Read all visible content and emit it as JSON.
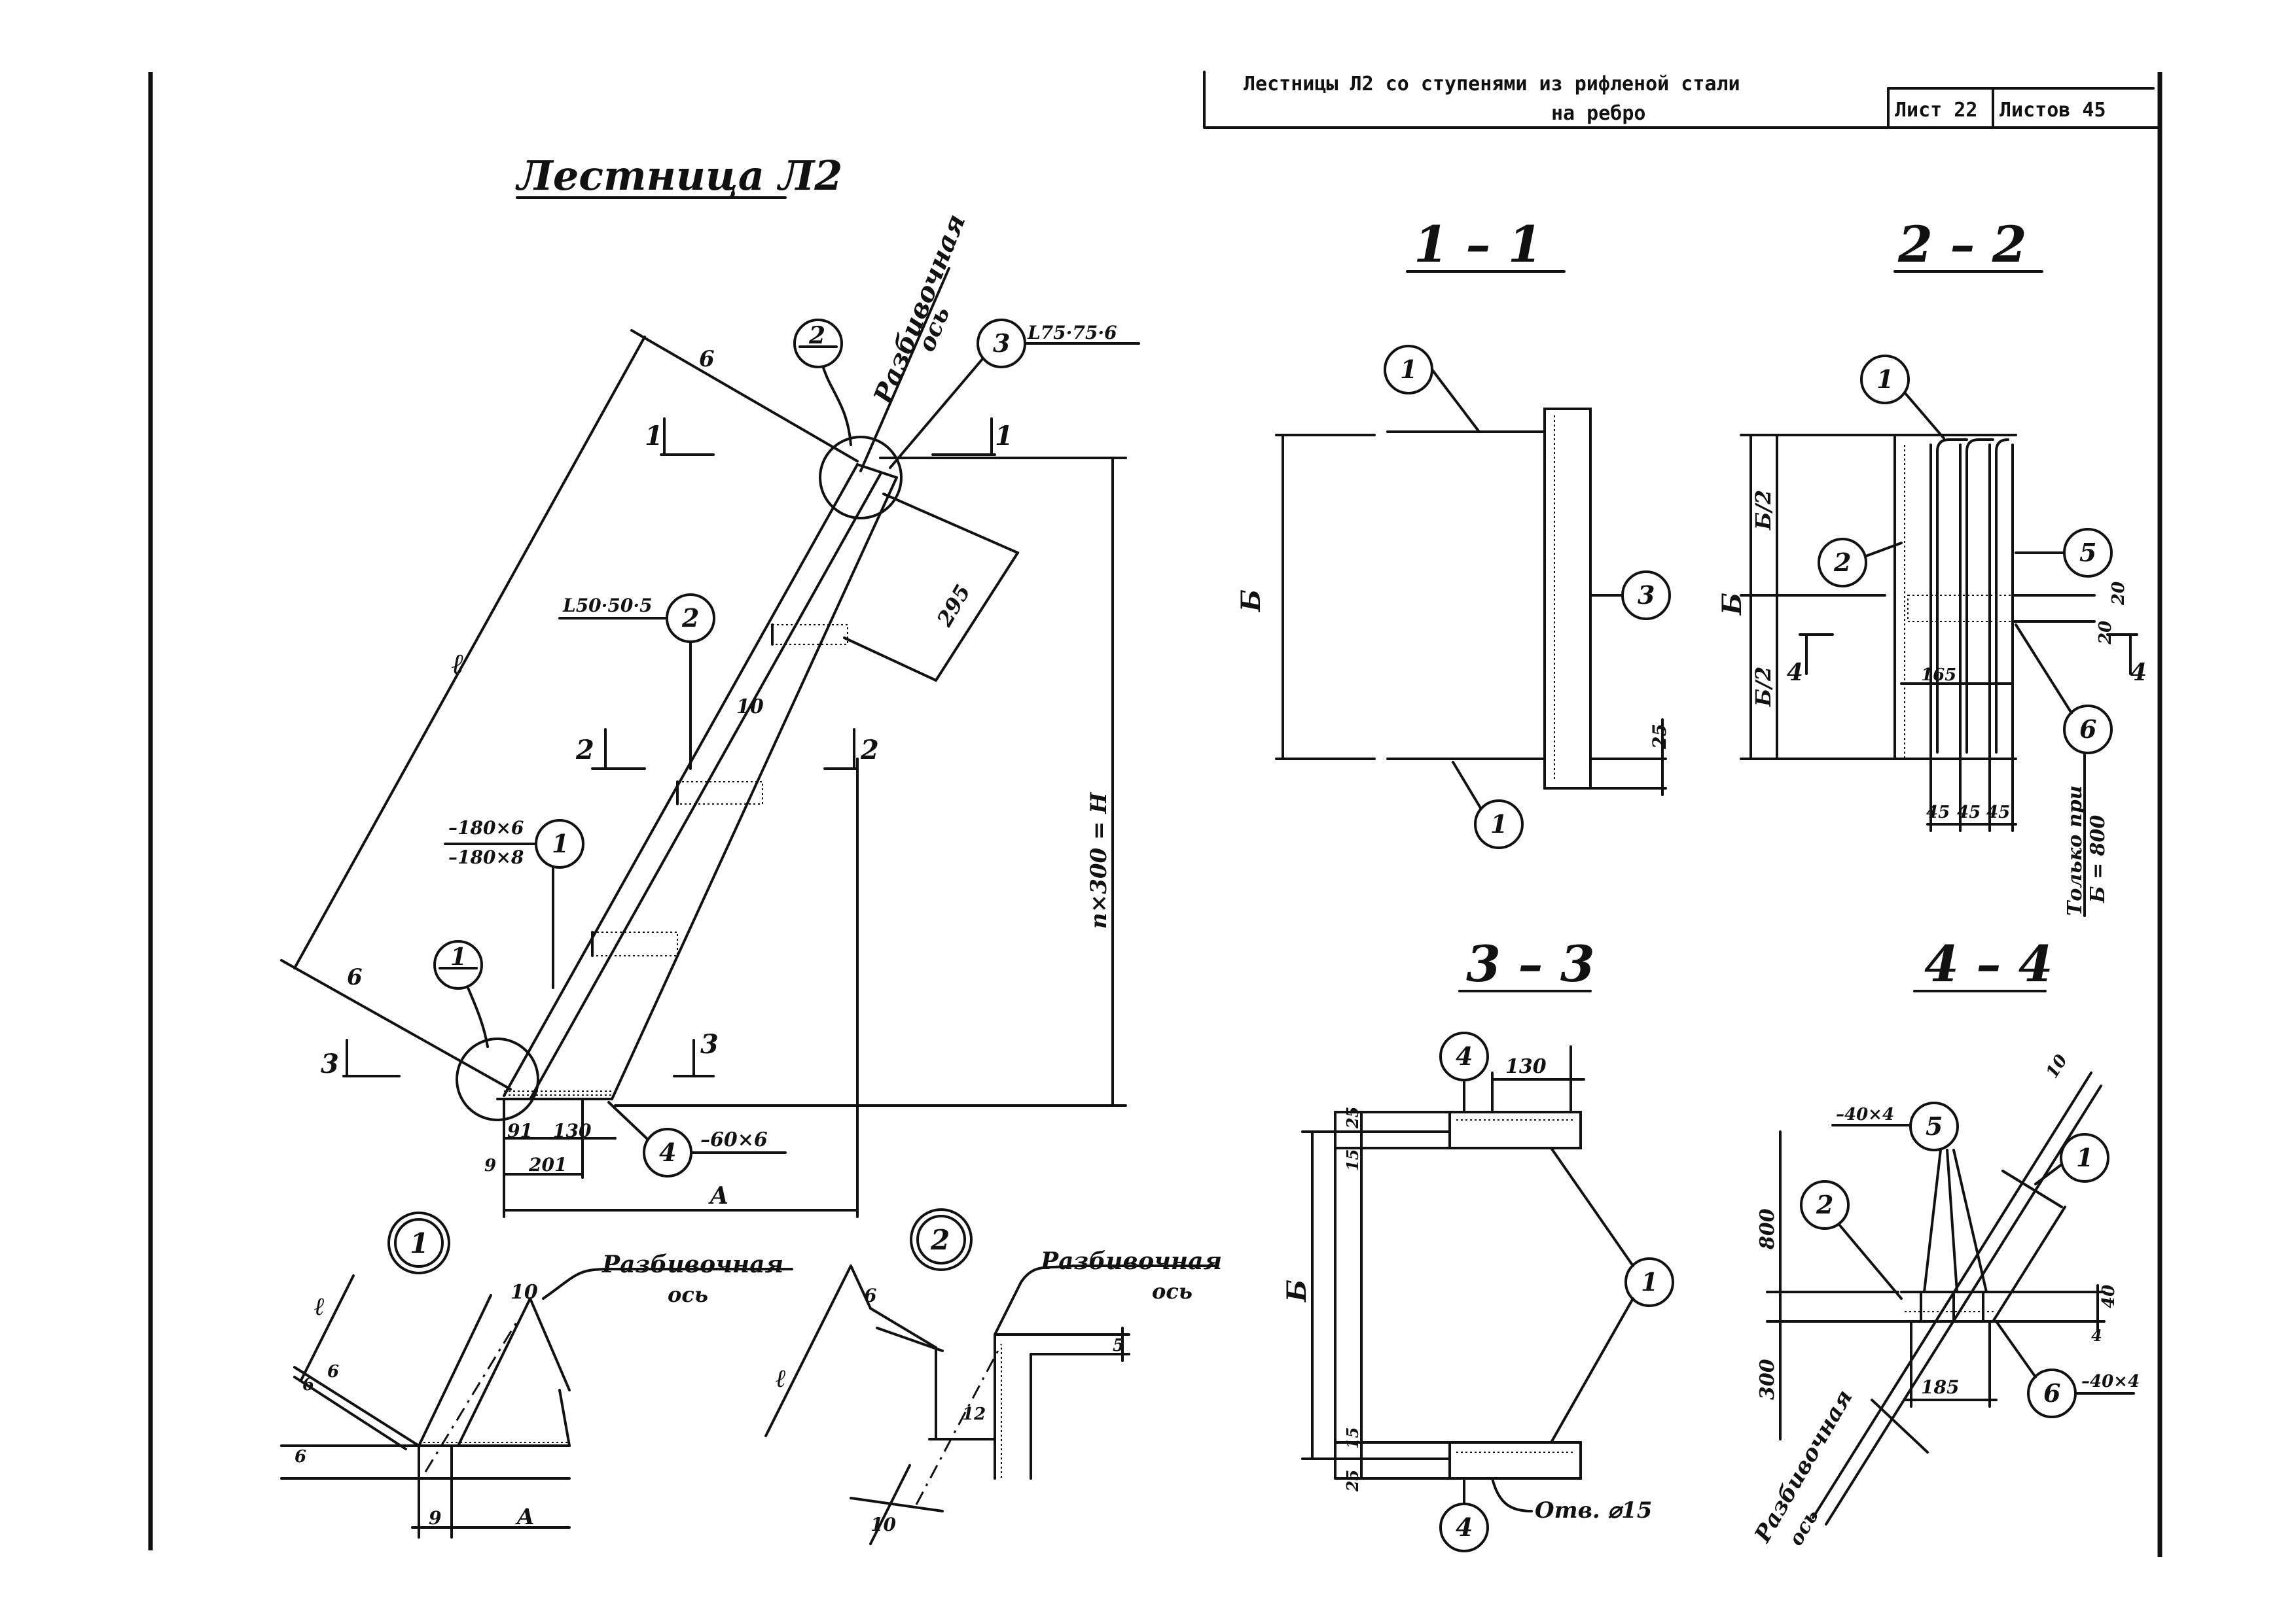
{
  "title_block": {
    "title_line1": "Лестницы Л2 со ступенями из рифленой стали",
    "title_line2": "на ребро",
    "sheet_label": "Лист 22",
    "sheets_label": "Листов 45"
  },
  "main_view": {
    "title": "Лестница Л2",
    "axis_label_1": "Разбивочная",
    "axis_label_2": "ось",
    "angle_label": "L75·75·6",
    "angle_label_2": "L50·50·5",
    "plate_label_1": "–180×6",
    "plate_label_2": "–180×8",
    "plate_label_4": "–60×6",
    "dim_length": "ℓ",
    "dim_6a": "6",
    "dim_6b": "6",
    "dim_10": "10",
    "dim_295": "295",
    "dim_height": "n×300 = H",
    "dim_91": "91",
    "dim_130": "130",
    "dim_201": "201",
    "dim_9": "9",
    "dim_A": "A",
    "sec_1": "1",
    "sec_2": "2",
    "sec_3": "3"
  },
  "bubbles": {
    "b1": "1",
    "b2": "2",
    "b3": "3",
    "b4": "4",
    "b5": "5",
    "b6": "6",
    "node1": "1",
    "node2": "2"
  },
  "section_11": {
    "title": "1 – 1",
    "dim_B": "Б",
    "dim_25": "25"
  },
  "section_22": {
    "title": "2 – 2",
    "dim_B": "Б",
    "dim_B2a": "Б/2",
    "dim_B2b": "Б/2",
    "dim_20a": "20",
    "dim_20b": "20",
    "dim_165": "165",
    "dim_45a": "45",
    "dim_45b": "45",
    "dim_45c": "45",
    "note_1": "Только при",
    "note_2": "Б = 800",
    "sec_4": "4"
  },
  "section_33": {
    "title": "3 – 3",
    "dim_B": "Б",
    "dim_130": "130",
    "dim_25a": "25",
    "dim_15a": "15",
    "dim_15b": "15",
    "dim_25b": "25",
    "hole_label": "Отв. ⌀15"
  },
  "section_44": {
    "title": "4 – 4",
    "plate_top": "–40×4",
    "plate_bottom": "–40×4",
    "dim_800": "800",
    "dim_300": "300",
    "dim_185": "185",
    "dim_40": "40",
    "dim_4": "4",
    "dim_10": "10",
    "axis_label_1": "Разбивочная",
    "axis_label_2": "ось"
  },
  "detail_1": {
    "axis_label_1": "Разбивочная",
    "axis_label_2": "ось",
    "dim_l": "ℓ",
    "dim_10": "10",
    "dim_6a": "6",
    "dim_6b": "6",
    "dim_6c": "6",
    "dim_9": "9",
    "dim_A": "A"
  },
  "detail_2": {
    "axis_label_1": "Разбивочная",
    "axis_label_2": "ось",
    "dim_l": "ℓ",
    "dim_6": "6",
    "dim_5": "5",
    "dim_12": "12",
    "dim_10": "10"
  }
}
